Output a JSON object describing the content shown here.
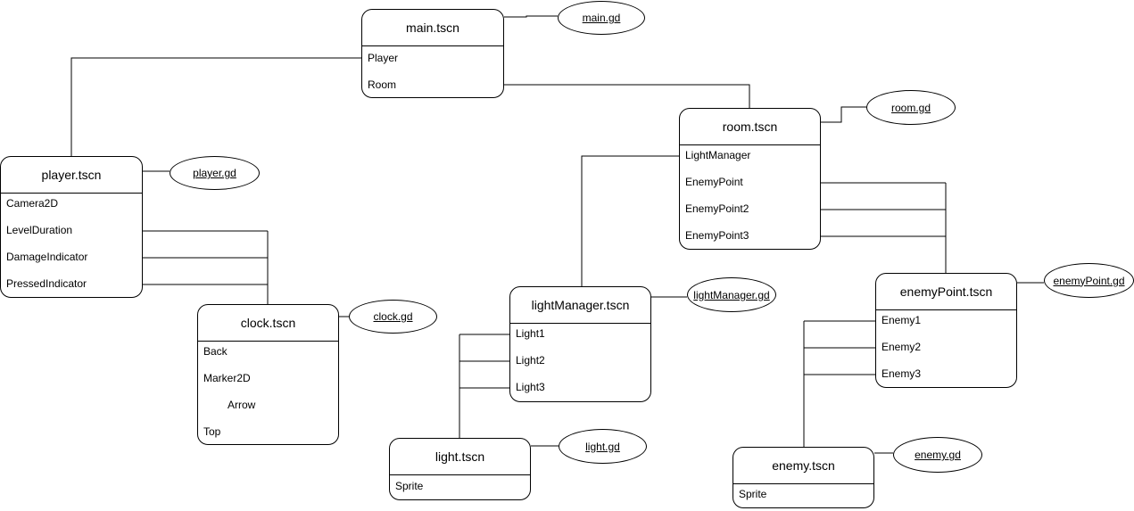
{
  "scenes": {
    "main": {
      "title": "main.tscn",
      "script": "main.gd",
      "children": [
        "Player",
        "Room"
      ]
    },
    "player": {
      "title": "player.tscn",
      "script": "player.gd",
      "children": [
        "Camera2D",
        "LevelDuration",
        "DamageIndicator",
        "PressedIndicator"
      ]
    },
    "room": {
      "title": "room.tscn",
      "script": "room.gd",
      "children": [
        "LightManager",
        "EnemyPoint",
        "EnemyPoint2",
        "EnemyPoint3"
      ]
    },
    "clock": {
      "title": "clock.tscn",
      "script": "clock.gd",
      "children": [
        "Back",
        "Marker2D",
        "Arrow",
        "Top"
      ]
    },
    "lightManager": {
      "title": "lightManager.tscn",
      "script": "lightManager.gd",
      "children": [
        "Light1",
        "Light2",
        "Light3"
      ]
    },
    "enemyPoint": {
      "title": "enemyPoint.tscn",
      "script": "enemyPoint.gd",
      "children": [
        "Enemy1",
        "Enemy2",
        "Enemy3"
      ]
    },
    "light": {
      "title": "light.tscn",
      "script": "light.gd",
      "children": [
        "Sprite"
      ]
    },
    "enemy": {
      "title": "enemy.tscn",
      "script": "enemy.gd",
      "children": [
        "Sprite"
      ]
    }
  },
  "colors": {
    "stroke": "#000000",
    "background": "#ffffff"
  }
}
